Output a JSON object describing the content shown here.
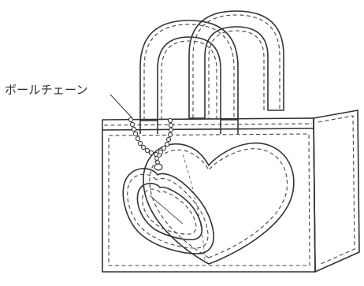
{
  "callout": {
    "label": "ボールチェーン"
  },
  "colors": {
    "bag_fill": "#dcdcdc",
    "bag_side_fill": "#d2d2d2",
    "strap_fill": "#d8d8d8",
    "heart_fill": "#efefef",
    "outline": "#333333",
    "charm_window": "#e9e9e9"
  },
  "icons": {
    "bag": "tote-bag-illustration",
    "heart": "heart-window",
    "charm": "heart-charm",
    "chain": "ball-chain"
  }
}
